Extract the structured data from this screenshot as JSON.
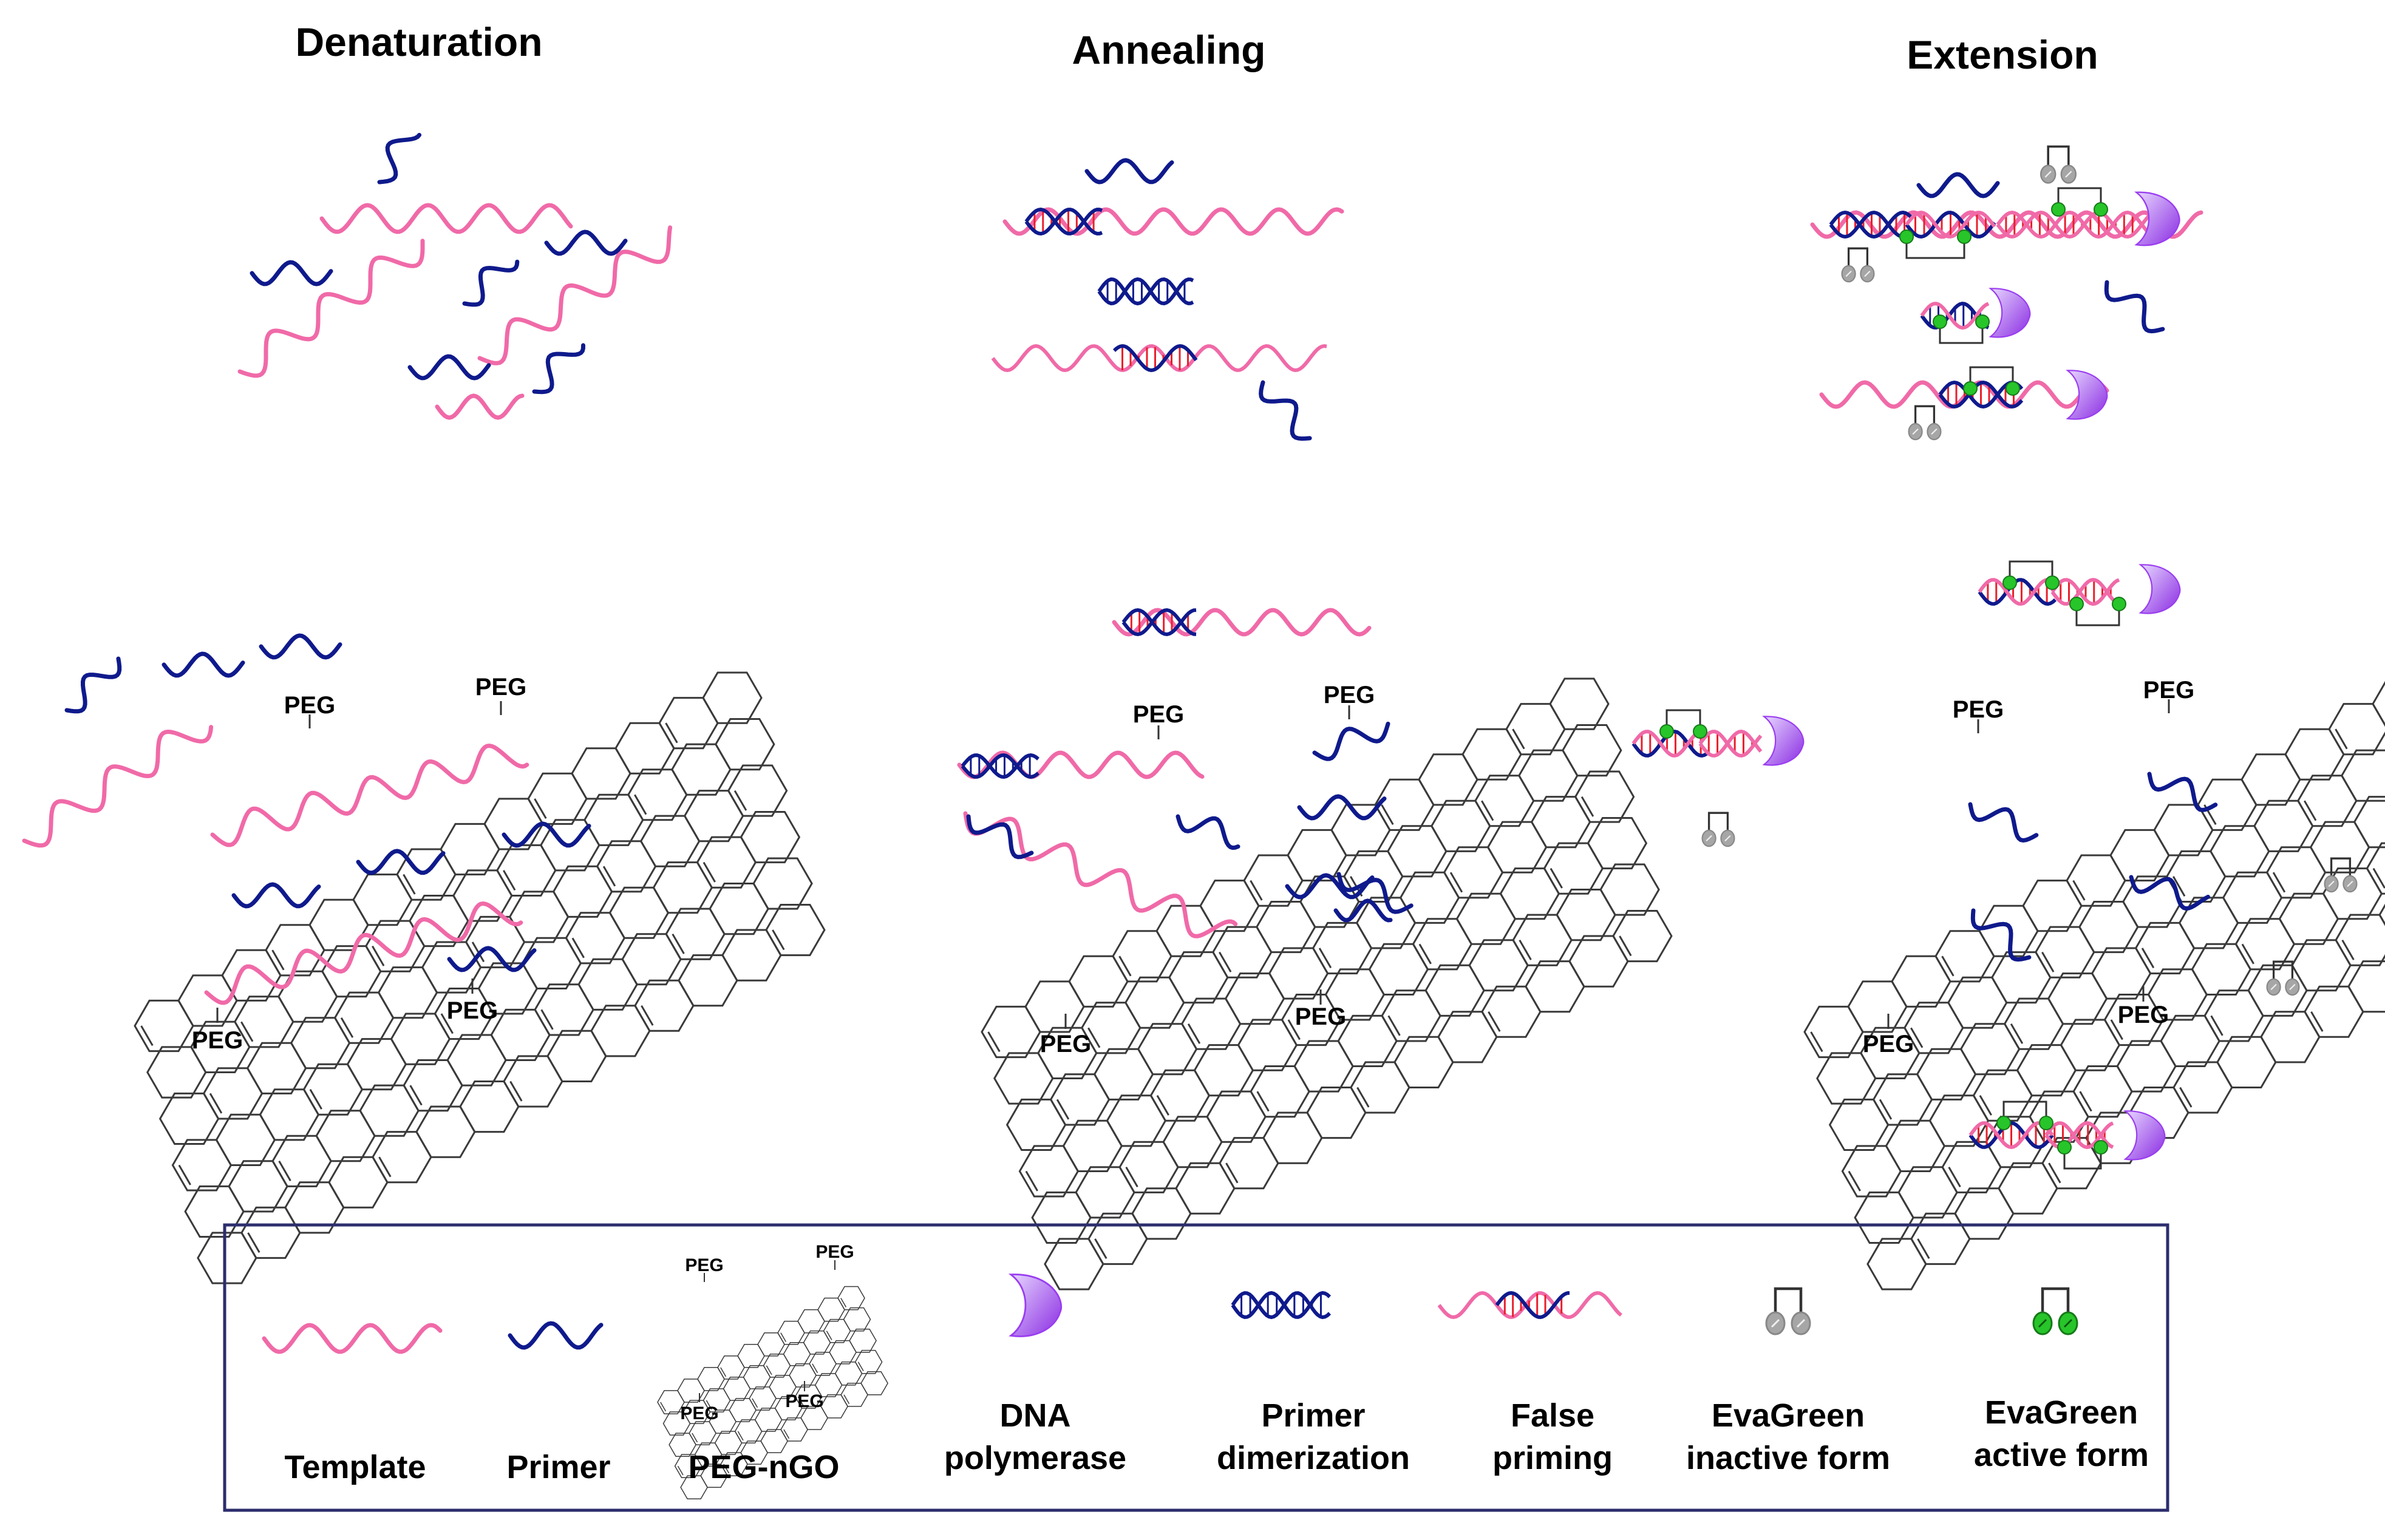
{
  "stages": [
    {
      "id": "denaturation",
      "title": "Denaturation"
    },
    {
      "id": "annealing",
      "title": "Annealing"
    },
    {
      "id": "extension",
      "title": "Extension"
    }
  ],
  "peg_label": "PEG",
  "legend": {
    "items": [
      {
        "id": "template",
        "lines": [
          "Template"
        ]
      },
      {
        "id": "primer",
        "lines": [
          "Primer"
        ]
      },
      {
        "id": "peg-ngo",
        "lines": [
          "PEG-nGO"
        ]
      },
      {
        "id": "dna-polymerase",
        "lines": [
          "DNA",
          "polymerase"
        ]
      },
      {
        "id": "primer-dimerization",
        "lines": [
          "Primer",
          "dimerization"
        ]
      },
      {
        "id": "false-priming",
        "lines": [
          "False",
          "priming"
        ]
      },
      {
        "id": "evagreen-inactive",
        "lines": [
          "EvaGreen",
          "inactive form"
        ]
      },
      {
        "id": "evagreen-active",
        "lines": [
          "EvaGreen",
          "active form"
        ]
      }
    ]
  },
  "colors": {
    "template": "#f06aa8",
    "primer": "#0f1a8c",
    "polymerase": "#9a3df0",
    "evagreen_active": "#27c52a",
    "evagreen_inactive": "#a6a6a6",
    "graphene": "#3a3a3a",
    "legend_border": "#2d2d6e",
    "mismatch": "#ea1f2c"
  }
}
